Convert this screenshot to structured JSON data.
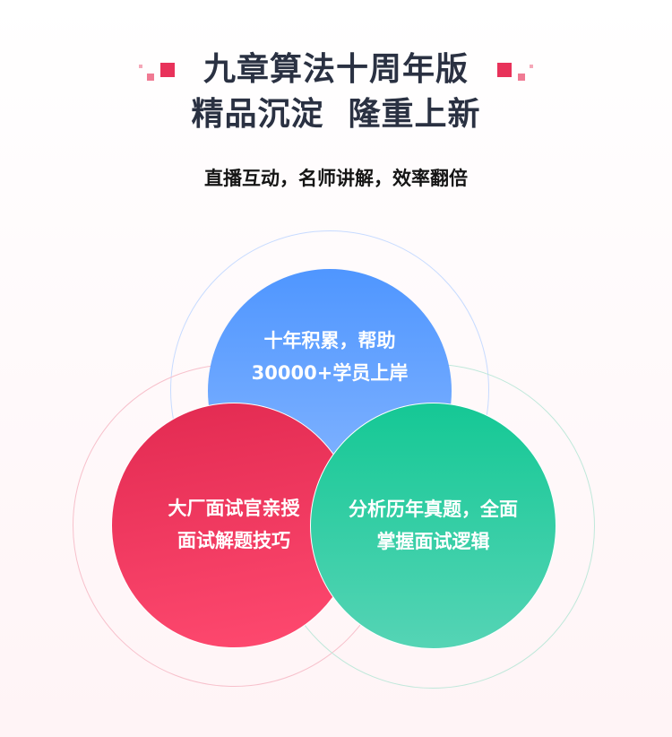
{
  "header": {
    "title_line1": "九章算法十周年版",
    "title_line2": "精品沉淀  隆重上新",
    "subtitle": "直播互动，名师讲解，效率翻倍",
    "decoration_icon": "square-dots-decoration"
  },
  "features": [
    {
      "id": "blue",
      "line1": "十年积累，帮助",
      "line2": "30000+学员上岸",
      "color": "#4f96ff"
    },
    {
      "id": "red",
      "line1": "大厂面试官亲授",
      "line2": "面试解题技巧",
      "color": "#e8325a"
    },
    {
      "id": "green",
      "line1": "分析历年真题，全面",
      "line2": "掌握面试逻辑",
      "color": "#18c896"
    }
  ],
  "colors": {
    "title": "#2a3142",
    "subtitle": "#151515",
    "accent": "#e8325a",
    "background_bottom": "#fff4f6"
  }
}
